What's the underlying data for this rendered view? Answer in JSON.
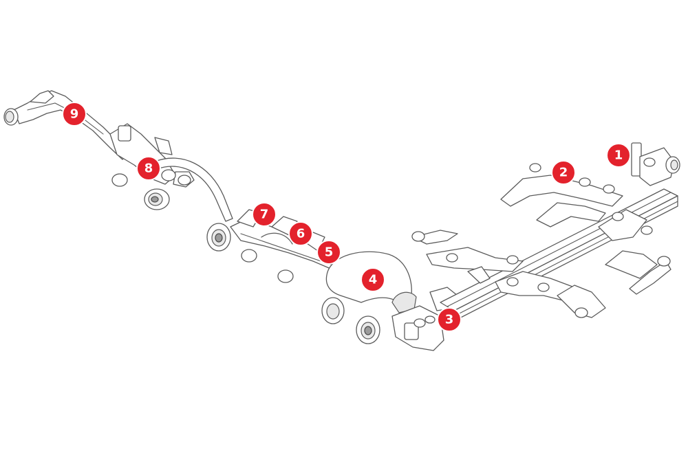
{
  "callouts": [
    {
      "id": "c1",
      "label": "1"
    },
    {
      "id": "c2",
      "label": "2"
    },
    {
      "id": "c3",
      "label": "3"
    },
    {
      "id": "c4",
      "label": "4"
    },
    {
      "id": "c5",
      "label": "5"
    },
    {
      "id": "c6",
      "label": "6"
    },
    {
      "id": "c7",
      "label": "7"
    },
    {
      "id": "c8",
      "label": "8"
    },
    {
      "id": "c9",
      "label": "9"
    }
  ],
  "colors": {
    "callout_fill": "#e3222c",
    "callout_text": "#ffffff",
    "line": "#5a5a5a",
    "background": "#ffffff"
  }
}
